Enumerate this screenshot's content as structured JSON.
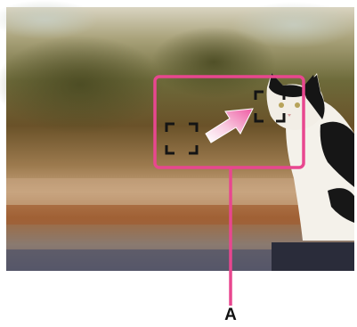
{
  "callout": {
    "label": "A",
    "color": "#e8478f"
  },
  "focus_frames": {
    "count": 2,
    "color": "#141414"
  },
  "arrow": {
    "color": "#ee5aa3",
    "direction": "up-right"
  },
  "subject": "cat-on-ledge"
}
